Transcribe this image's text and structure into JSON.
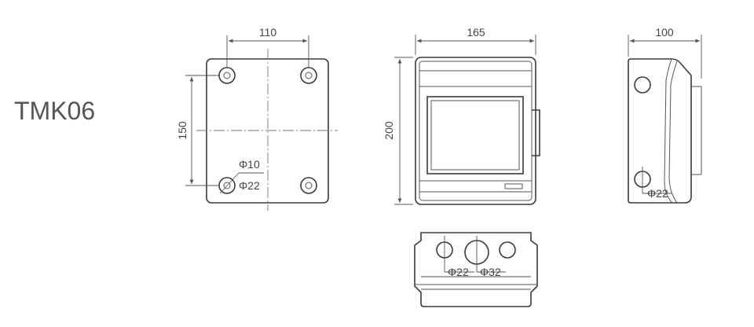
{
  "model": "TMK06",
  "front_view": {
    "width_dim": "110",
    "height_dim": "150",
    "small_hole": "Φ10",
    "large_hole": "Φ22"
  },
  "side_view_a": {
    "width_dim": "165",
    "height_dim": "200"
  },
  "side_view_b": {
    "width_dim": "100",
    "hole": "Φ22"
  },
  "bottom_view": {
    "hole_small": "Φ22",
    "hole_large": "Φ32"
  },
  "colors": {
    "line": "#3a3a3a",
    "text": "#444444"
  }
}
